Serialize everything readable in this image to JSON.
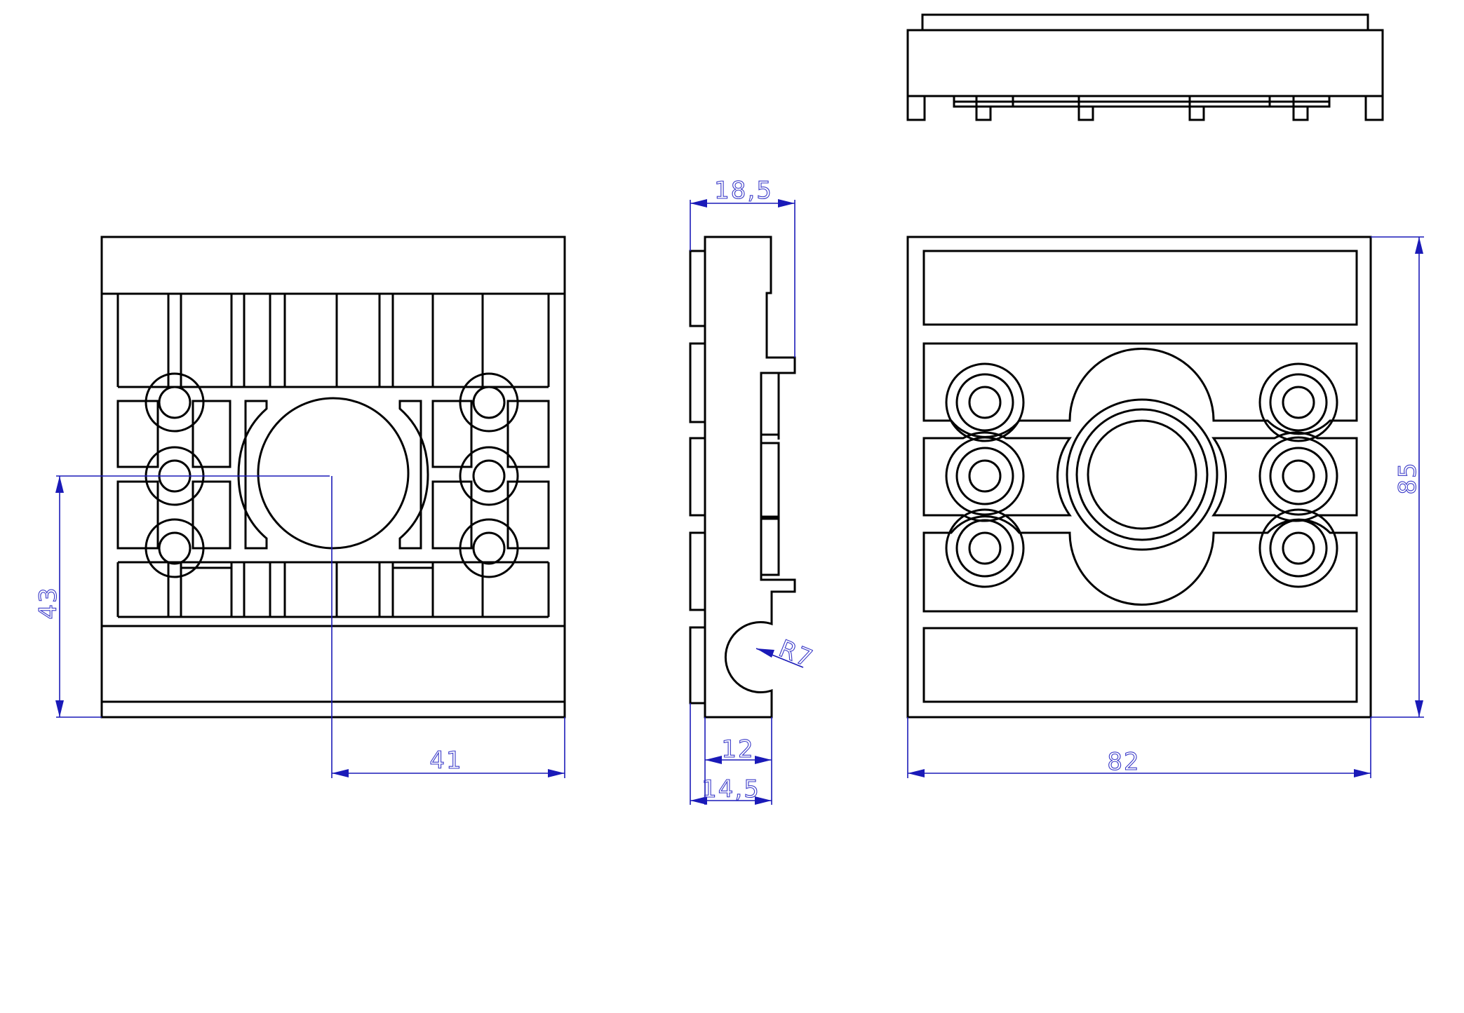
{
  "colors": {
    "outline": "#000000",
    "dimension": "#1a1ab8",
    "background": "#ffffff"
  },
  "dimensions": {
    "front_height": "43",
    "front_width_half": "41",
    "side_depth_top": "18,5",
    "side_depth_bottom_inner": "12",
    "side_depth_bottom_outer": "14,5",
    "side_radius": "R7",
    "rear_height": "85",
    "rear_width": "82"
  }
}
